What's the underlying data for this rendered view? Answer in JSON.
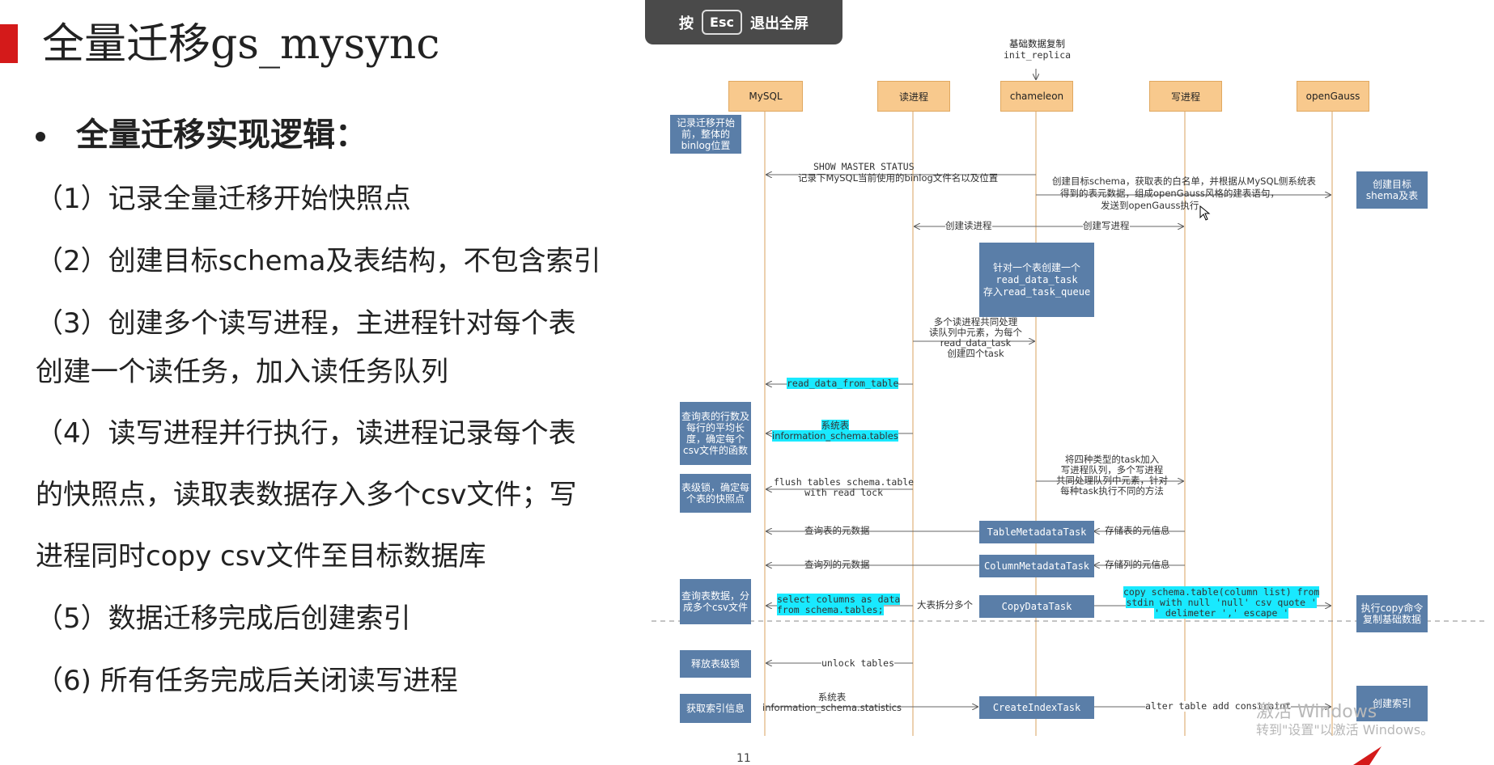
{
  "slide": {
    "title_cn": "全量迁移",
    "title_code": "gs_mysync",
    "bullet_heading": "全量迁移实现逻辑：",
    "steps": [
      "（1）记录全量迁移开始快照点",
      "（2）创建目标schema及表结构，不包含索引",
      "（3）创建多个读写进程，主进程针对每个表",
      "创建一个读任务，加入读任务队列",
      "（4）读写进程并行执行，读进程记录每个表",
      "的快照点，读取表数据存入多个csv文件；写",
      "进程同时copy csv文件至目标数据库",
      "（5）数据迁移完成后创建索引",
      "（6) 所有任务完成后关闭读写进程"
    ],
    "page_number": "11"
  },
  "fullscreen_banner": {
    "press": "按",
    "key": "Esc",
    "action": "退出全屏"
  },
  "diagram": {
    "top_note": [
      "基础数据复制",
      "init_replica"
    ],
    "lanes": [
      "MySQL",
      "读进程",
      "chameleon",
      "写进程",
      "openGauss"
    ],
    "notes": {
      "record_start": "记录迁移开始前，整体的binlog位置",
      "create_schema": "创建目标shema及表",
      "query_rows": "查询表的行数及每行的平均长度，确定每个csv文件的函数",
      "table_lock": "表级锁，确定每个表的快照点",
      "split_csv": "查询表数据，分成多个csv文件",
      "exec_copy": "执行copy命令复制基础数据",
      "release_lock": "释放表级锁",
      "get_index": "获取索引信息",
      "create_index": "创建索引"
    },
    "tasks": {
      "read_task_box": [
        "针对一个表创建一个",
        "read_data_task",
        "存入read_task_queue"
      ],
      "table_meta": "TableMetadataTask",
      "column_meta": "ColumnMetadataTask",
      "copy_data": "CopyDataTask",
      "create_index": "CreateIndexTask"
    },
    "labels": {
      "show_master_1": "SHOW MASTER STATUS",
      "show_master_2": "记录下MySQL当前使用的binlog文件名以及位置",
      "create_schema_1": "创建目标schema，获取表的白名单，并根据从MySQL侧系统表",
      "create_schema_2": "得到的表元数据，组成openGauss风格的建表语句，",
      "create_schema_3": "发送到openGauss执行",
      "create_read": "创建读进程",
      "create_write": "创建写进程",
      "multi_read_1": "多个读进程共同处理",
      "multi_read_2": "读队列中元素，为每个",
      "multi_read_3": "read_data_task",
      "multi_read_4": "创建四个task",
      "read_from_table": "read_data_from_table",
      "sys_table_1": "系统表",
      "sys_table_2": "information_schema.tables",
      "four_task_1": "将四种类型的task加入",
      "four_task_2": "写进程队列，多个写进程",
      "four_task_3": "共同处理队列中元素，针对",
      "four_task_4": "每种task执行不同的方法",
      "flush_1": "flush tables schema.table",
      "flush_2": "with read lock",
      "query_table_meta": "查询表的元数据",
      "store_table_meta": "存储表的元信息",
      "query_col_meta": "查询列的元数据",
      "store_col_meta": "存储列的元信息",
      "select_cols_1": "select columns as data",
      "select_cols_2": "from schema.tables;",
      "big_table": "大表拆分多个",
      "copy_1": "copy schema.table(column_list) from",
      "copy_2": "stdin with null 'null' csv quote '",
      "copy_3": "' delimeter ',' escape '",
      "unlock": "unlock tables",
      "sys_stats_1": "系统表",
      "sys_stats_2": "information_schema.statistics",
      "alter": "alter table add constraint"
    }
  },
  "watermark": {
    "line1": "激活 Windows",
    "line2": "转到\"设置\"以激活 Windows。"
  }
}
